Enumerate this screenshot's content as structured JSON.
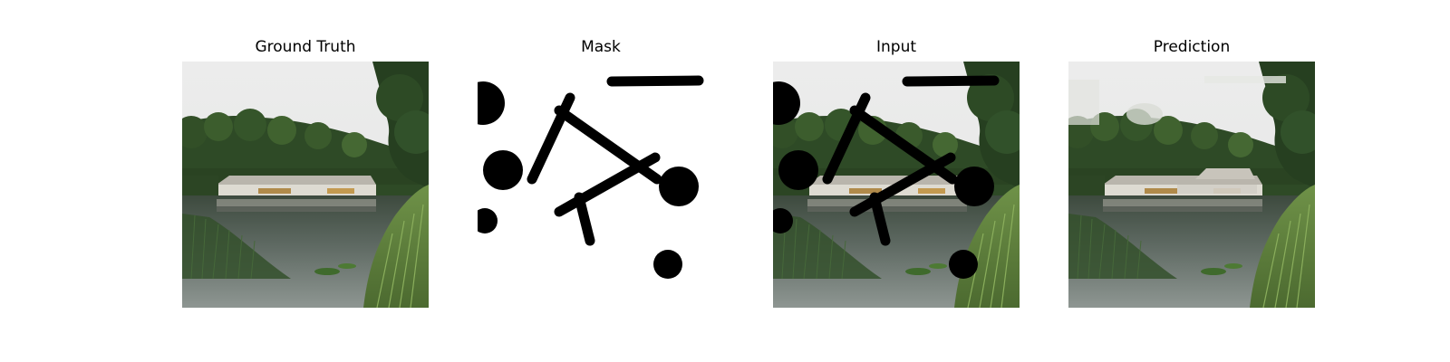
{
  "figure": {
    "panels": [
      {
        "title": "Ground Truth",
        "content": "original-photo"
      },
      {
        "title": "Mask",
        "content": "binary-mask"
      },
      {
        "title": "Input",
        "content": "masked-photo"
      },
      {
        "title": "Prediction",
        "content": "inpainted-photo"
      }
    ]
  },
  "colors": {
    "background": "#ffffff",
    "mask_fill": "#000000",
    "sky": "#ebebeb",
    "foliage_dark": "#2f4a24",
    "water": "#6b7470"
  }
}
